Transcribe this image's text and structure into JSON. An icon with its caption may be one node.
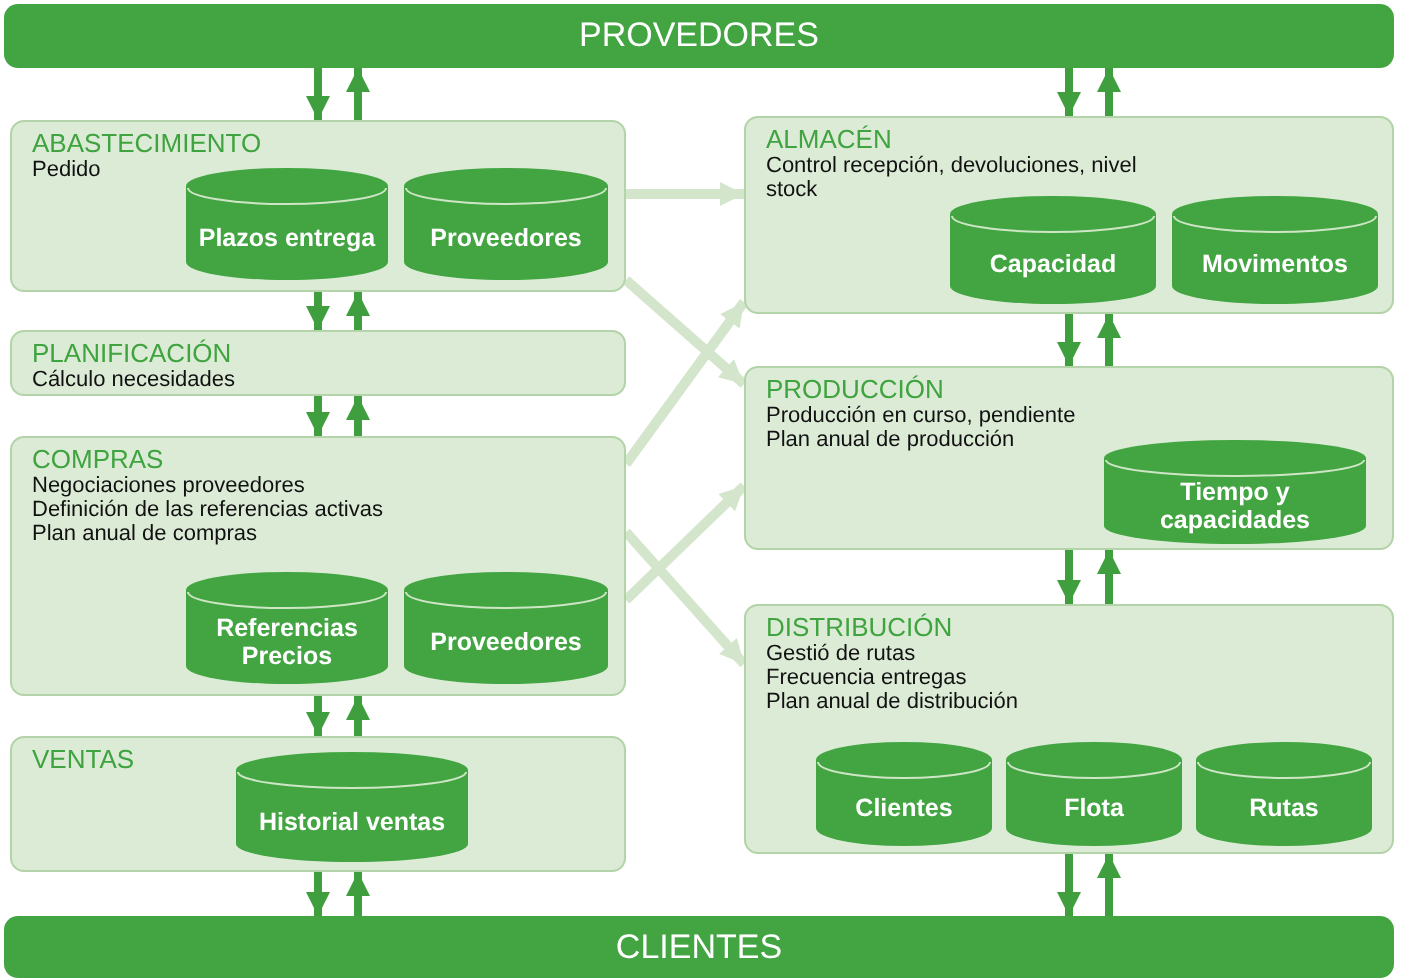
{
  "diagram": {
    "nodes": [
      {
        "text": [
          "PROVEDORES"
        ]
      },
      {
        "text": [
          "ABASTECIMIENTO",
          "Pedido"
        ]
      },
      {
        "text": [
          "Plazos entrega"
        ],
        "in": 1
      },
      {
        "text": [
          "Proveedores"
        ],
        "in": 1
      },
      {
        "text": [
          "PLANIFICACIÓN",
          "Cálculo necesidades"
        ]
      },
      {
        "text": [
          "COMPRAS",
          "Negociaciones proveedores",
          "Definición de las referencias activas",
          "Plan anual de compras"
        ]
      },
      {
        "text": [
          "Referencias Precios"
        ],
        "in": 5
      },
      {
        "text": [
          "Proveedores"
        ],
        "in": 5
      },
      {
        "text": [
          "VENTAS"
        ]
      },
      {
        "text": [
          "Historial ventas"
        ],
        "in": 8
      },
      {
        "text": [
          "CLIENTES"
        ]
      },
      {
        "text": [
          "ALMACÉN",
          "Control recepción, devoluciones, nivel stock"
        ]
      },
      {
        "text": [
          "Capacidad"
        ],
        "in": 11
      },
      {
        "text": [
          "Movimentos"
        ],
        "in": 11
      },
      {
        "text": [
          "PRODUCCIÓN",
          "Producción en curso, pendiente",
          "Plan anual de producción"
        ]
      },
      {
        "text": [
          "Tiempo y capacidades"
        ],
        "in": 14
      },
      {
        "text": [
          "DISTRIBUCIÓN",
          "Gestió de rutas",
          "Frecuencia entregas",
          "Plan anual de distribución"
        ]
      },
      {
        "text": [
          "Clientes"
        ],
        "in": 16
      },
      {
        "text": [
          "Flota"
        ],
        "in": 16
      },
      {
        "text": [
          "Rutas"
        ],
        "in": 16
      }
    ],
    "edges": [
      {
        "from": 0,
        "to": 1,
        "arrow": "to"
      },
      {
        "from": 1,
        "to": 0,
        "arrow": "to"
      },
      {
        "from": 1,
        "to": 4,
        "arrow": "to"
      },
      {
        "from": 4,
        "to": 1,
        "arrow": "to"
      },
      {
        "from": 4,
        "to": 5,
        "arrow": "to"
      },
      {
        "from": 5,
        "to": 4,
        "arrow": "to"
      },
      {
        "from": 5,
        "to": 8,
        "arrow": "to"
      },
      {
        "from": 8,
        "to": 5,
        "arrow": "to"
      },
      {
        "from": 8,
        "to": 10,
        "arrow": "to"
      },
      {
        "from": 10,
        "to": 8,
        "arrow": "to"
      },
      {
        "from": 0,
        "to": 11,
        "arrow": "to"
      },
      {
        "from": 11,
        "to": 0,
        "arrow": "to"
      },
      {
        "from": 11,
        "to": 14,
        "arrow": "to"
      },
      {
        "from": 14,
        "to": 11,
        "arrow": "to"
      },
      {
        "from": 14,
        "to": 16,
        "arrow": "to"
      },
      {
        "from": 16,
        "to": 14,
        "arrow": "to"
      },
      {
        "from": 16,
        "to": 10,
        "arrow": "to"
      },
      {
        "from": 10,
        "to": 16,
        "arrow": "to"
      },
      {
        "from": 1,
        "to": 11,
        "arrow": "to",
        "color": "#d3e6cc"
      },
      {
        "from": 1,
        "to": 14,
        "arrow": "to",
        "color": "#d3e6cc"
      },
      {
        "from": 5,
        "to": 11,
        "arrow": "to",
        "color": "#d3e6cc"
      },
      {
        "from": 5,
        "to": 14,
        "arrow": "to",
        "color": "#d3e6cc"
      },
      {
        "from": 5,
        "to": 16,
        "arrow": "to",
        "color": "#d3e6cc"
      }
    ]
  }
}
